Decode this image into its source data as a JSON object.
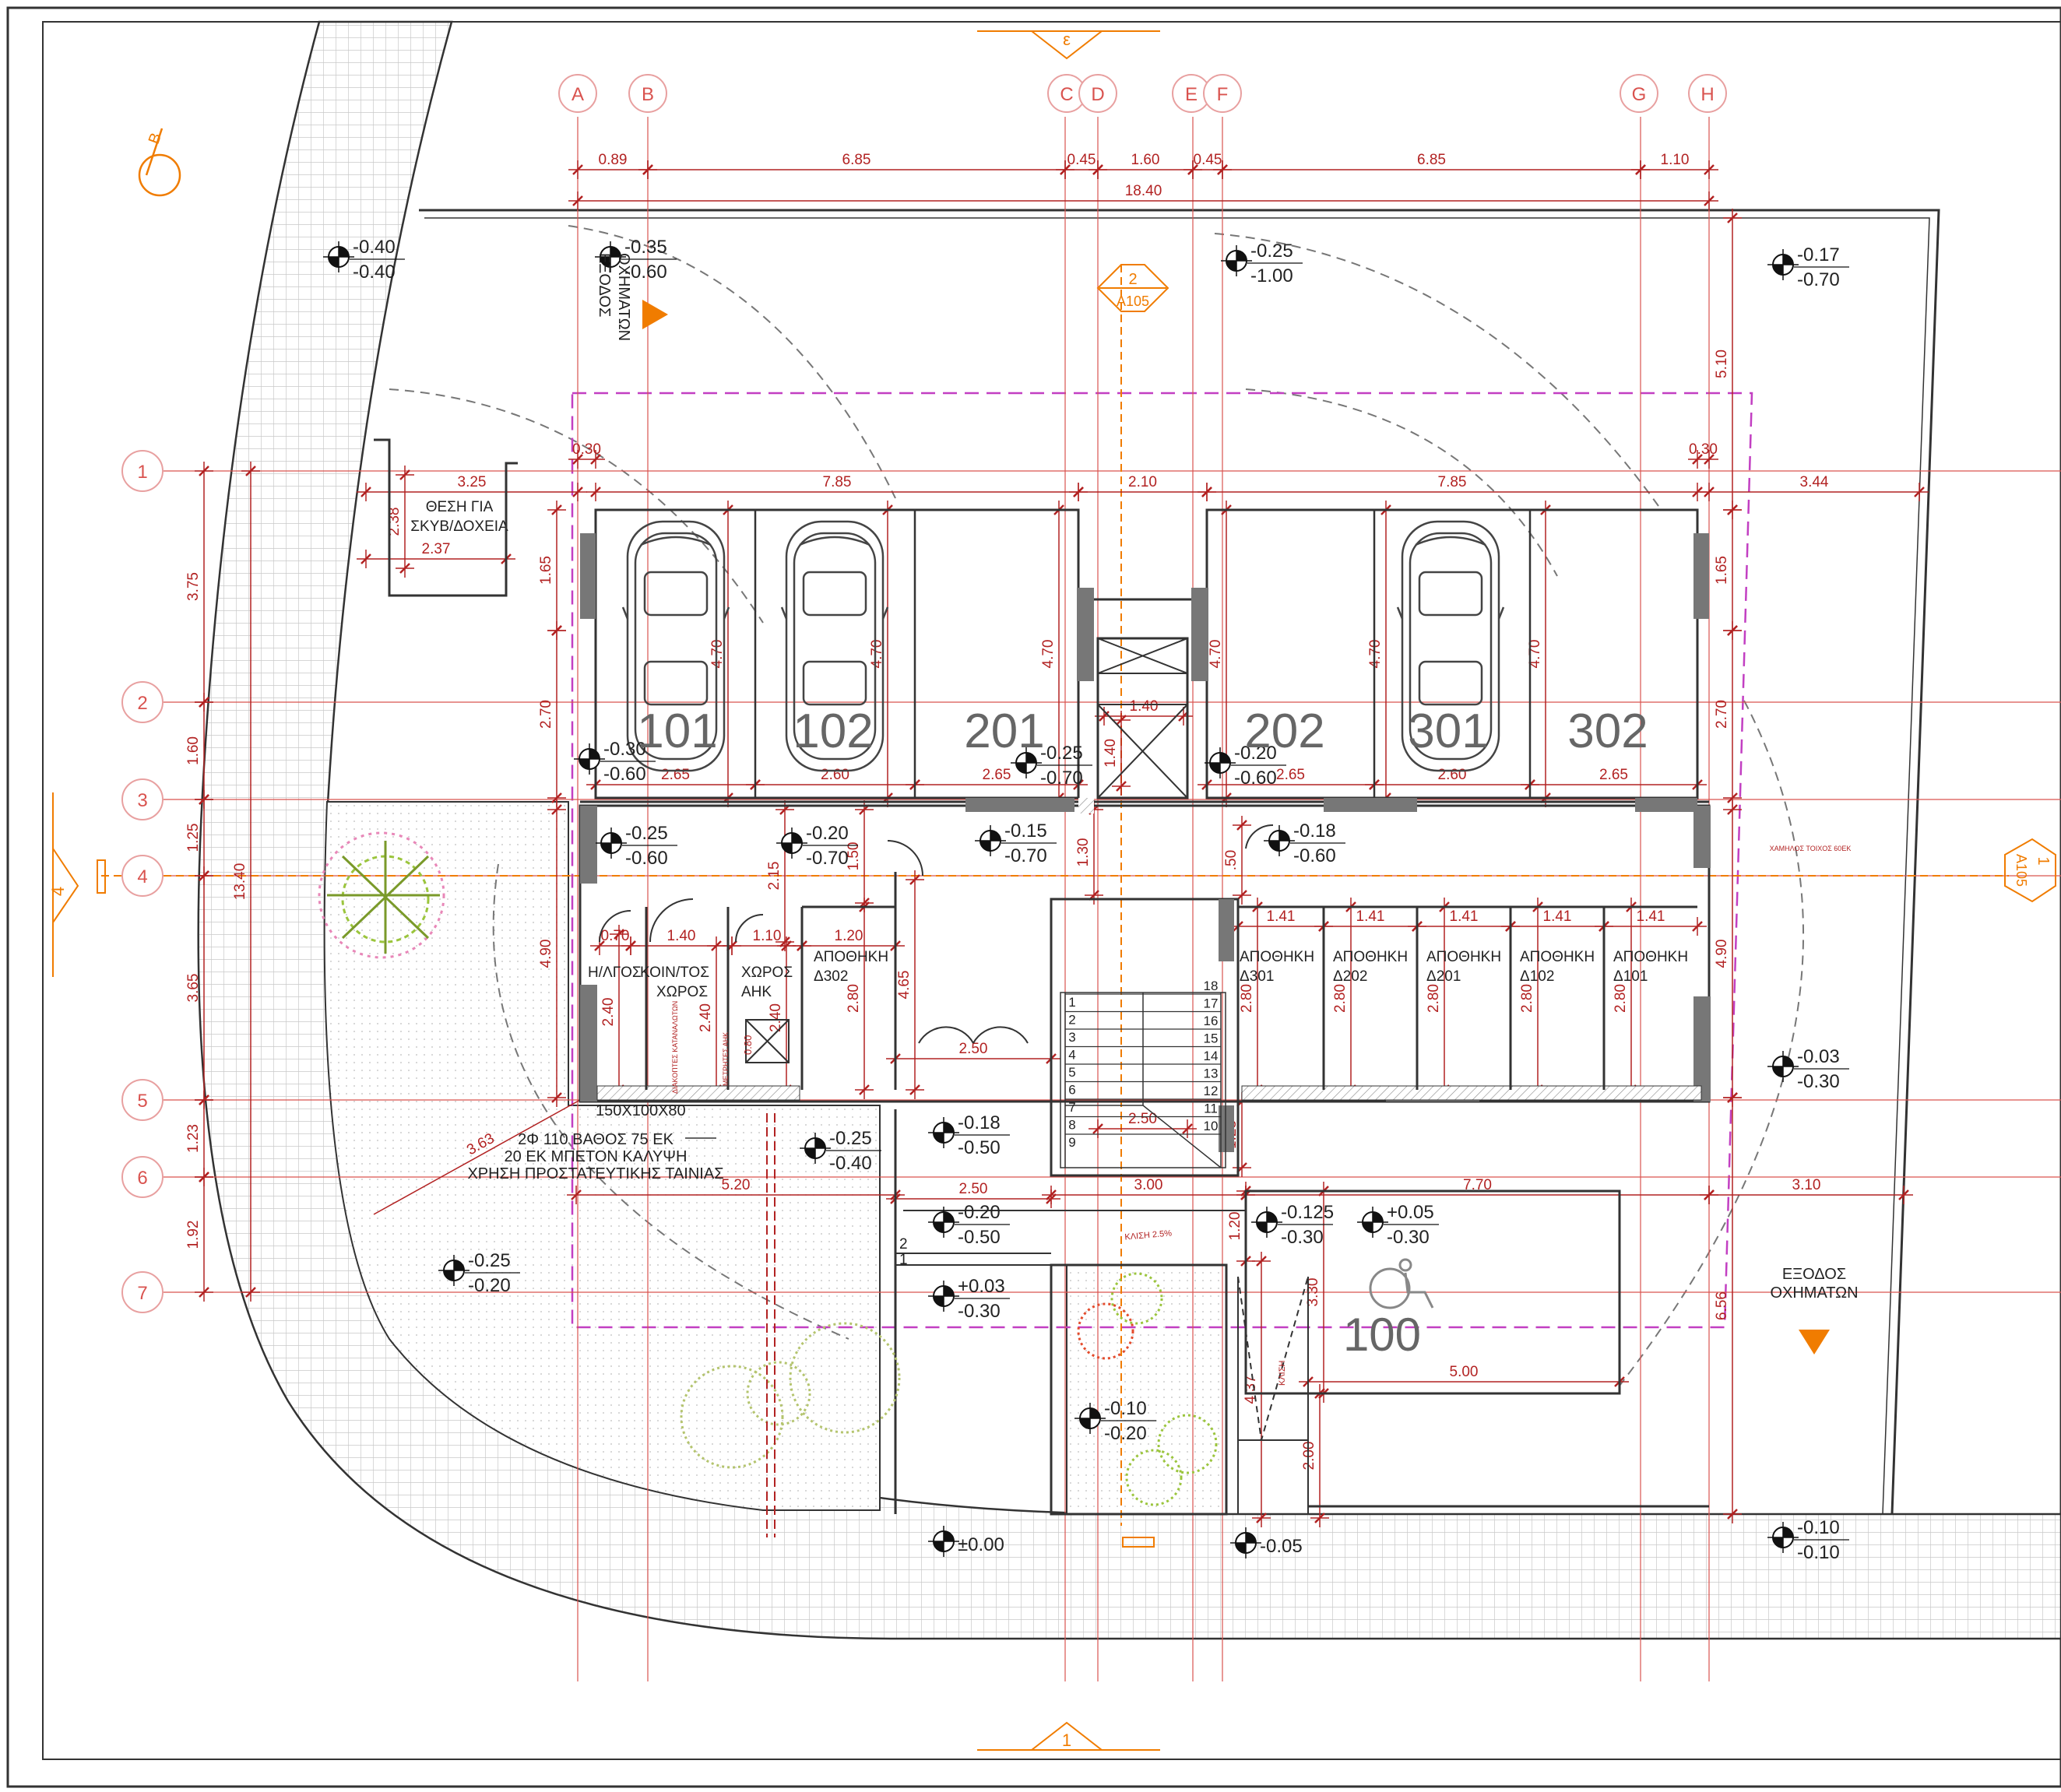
{
  "grid_columns": [
    "A",
    "B",
    "C",
    "D",
    "E",
    "F",
    "G",
    "H"
  ],
  "grid_rows": [
    "1",
    "2",
    "3",
    "4",
    "5",
    "6",
    "7"
  ],
  "section_markers": {
    "top": "ε",
    "bottom": "1",
    "left": "4",
    "right": "1",
    "right_ref": "A105",
    "b_marker": "B"
  },
  "callout": {
    "num": "2",
    "ref": "A105"
  },
  "top_dims": [
    "0.89",
    "6.85",
    "0.45",
    "1.60",
    "0.45",
    "6.85",
    "1.10"
  ],
  "top_total": "18.40",
  "left_dims": [
    "3.75",
    "1.60",
    "1.25",
    "3.65",
    "1.23",
    "1.92"
  ],
  "left_total": "13.40",
  "parking": {
    "spots": [
      "101",
      "102",
      "201",
      "202",
      "301",
      "302"
    ],
    "widths": [
      "2.65",
      "2.60",
      "2.65",
      "2.65",
      "2.60",
      "2.65"
    ],
    "depth": "4.70",
    "row_dims_left": [
      "0.30",
      "7.85",
      "2.10",
      "7.85",
      "0.30",
      "3.44"
    ],
    "left_edge": "3.25",
    "side_dims": [
      "1.65",
      "2.70",
      "1.65",
      "2.70",
      "5.10"
    ],
    "lift": "1.40"
  },
  "bin_area": {
    "label_1": "ΘΕΣΗ ΓΙΑ",
    "label_2": "ΣΚΥΒ/ΔΟΧΕΙΑ",
    "w": "2.37",
    "h": "2.38"
  },
  "exit_top": {
    "line1": "ΕΞΟΔΟΣ",
    "line2": "ΟΧΗΜΑΤΩΝ"
  },
  "exit_right": {
    "line1": "ΕΞΟΔΟΣ",
    "line2": "ΟΧΗΜΑΤΩΝ"
  },
  "low_wall": "ΧΑΜΗΛΟΣ ΤΟΙΧΟΣ 60ΕΚ",
  "rooms_left": [
    {
      "name": "Η/ΛΓΟΣ",
      "w": "0.70"
    },
    {
      "name1": "ΚΟΙΝ/ΤΟΣ",
      "name2": "ΧΩΡΟΣ",
      "w": "1.40"
    },
    {
      "name1": "ΧΩΡΟΣ",
      "name2": "ΑΗΚ",
      "w": "1.10"
    },
    {
      "name1": "ΑΠΟΘΗΚΗ",
      "name2": "Δ302",
      "w": "1.20"
    }
  ],
  "small_labels": {
    "meters": "ΜΕΤΡΗΤΕΣ ΑΗΚ",
    "switches": "ΔΙΑΚΟΠΤΕΣ ΚΑΤΑΝΑΛΩΤΩΝ",
    "pit": "0.80"
  },
  "storage_right": [
    {
      "name": "ΑΠΟΘΗΚΗ",
      "code": "Δ301",
      "w": "1.41"
    },
    {
      "name": "ΑΠΟΘΗΚΗ",
      "code": "Δ202",
      "w": "1.41"
    },
    {
      "name": "ΑΠΟΘΗΚΗ",
      "code": "Δ201",
      "w": "1.41"
    },
    {
      "name": "ΑΠΟΘΗΚΗ",
      "code": "Δ102",
      "w": "1.41"
    },
    {
      "name": "ΑΠΟΘΗΚΗ",
      "code": "Δ101",
      "w": "1.41"
    }
  ],
  "room_dims": [
    "2.40",
    "2.40",
    "2.40",
    "2.80",
    "4.65",
    "2.80",
    "2.80",
    "2.80",
    "2.80",
    "2.80",
    "4.90",
    "4.90",
    "2.15",
    "1.50",
    "1.30",
    ".50",
    "2.50",
    "2.50",
    "2.50"
  ],
  "stairs": {
    "left": [
      "1",
      "2",
      "3",
      "4",
      "5",
      "6",
      "7",
      "8",
      "9"
    ],
    "right": [
      "18",
      "17",
      "16",
      "15",
      "14",
      "13",
      "12",
      "11",
      "10"
    ],
    "w": "2.50"
  },
  "drain_note": {
    "size": "150X100X80",
    "l1": "2Φ 110 ΒΑΘΟΣ 75 ΕΚ",
    "l2": "20 ΕΚ ΜΠΕΤΟΝ ΚΑΛΥΨΗ",
    "l3": "ΧΡΗΣΗ ΠΡΟΣΤΑΤΕΥΤΙΚΗΣ ΤΑΙΝΙΑΣ"
  },
  "ramp_note": "ΚΛΙΣΗ 2.5%",
  "ramp_side": "ΚΛΙΣΗ",
  "lower_dims": [
    "3.63",
    "5.20",
    "3.00",
    "7.70",
    "3.10",
    "1.20",
    "3.30",
    "4.37",
    "2.00",
    "6.56",
    "5.00",
    "2.50",
    "1.23",
    "1.92"
  ],
  "steps_ref": [
    "2",
    "1"
  ],
  "space_100": "100",
  "levels": [
    {
      "a": "-0.40",
      "b": "-0.40"
    },
    {
      "a": "-0.35",
      "b": "-0.60"
    },
    {
      "a": "-0.25",
      "b": "-1.00"
    },
    {
      "a": "-0.17",
      "b": "-0.70"
    },
    {
      "a": "-0.30",
      "b": "-0.60"
    },
    {
      "a": "-0.25",
      "b": "-0.70"
    },
    {
      "a": "-0.20",
      "b": "-0.60"
    },
    {
      "a": "-0.25",
      "b": "-0.60"
    },
    {
      "a": "-0.20",
      "b": "-0.70"
    },
    {
      "a": "-0.15",
      "b": "-0.70"
    },
    {
      "a": "-0.18",
      "b": "-0.60"
    },
    {
      "a": "-0.03",
      "b": "-0.30"
    },
    {
      "a": "-0.25",
      "b": "-0.40"
    },
    {
      "a": "-0.18",
      "b": "-0.50"
    },
    {
      "a": "-0.20",
      "b": "-0.50"
    },
    {
      "a": "-0.125",
      "b": "-0.30"
    },
    {
      "a": "+0.05",
      "b": "-0.30"
    },
    {
      "a": "-0.25",
      "b": "-0.20"
    },
    {
      "a": "+0.03",
      "b": "-0.30"
    },
    {
      "a": "-0.10",
      "b": "-0.20"
    },
    {
      "a": "±0.00",
      "b": ""
    },
    {
      "a": "-0.05",
      "b": ""
    },
    {
      "a": "-0.10",
      "b": "-0.10"
    }
  ],
  "colors": {
    "grid": "#d9534f",
    "dim": "#b22222",
    "orange": "#f07c00",
    "magenta": "#c23fc2",
    "ink": "#222222",
    "wall": "#777777",
    "hatch": "#dcdcdc"
  }
}
